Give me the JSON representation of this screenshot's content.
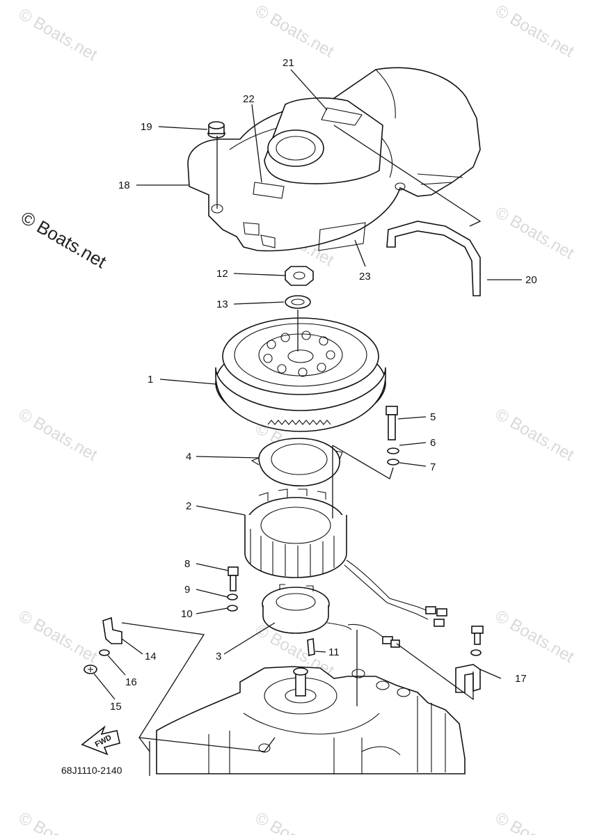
{
  "diagram": {
    "code": "68J1110-2140",
    "fwd_label": "FWD",
    "watermark": "© Boats.net",
    "callouts": [
      {
        "id": "1",
        "text": "1"
      },
      {
        "id": "2",
        "text": "2"
      },
      {
        "id": "3",
        "text": "3"
      },
      {
        "id": "4",
        "text": "4"
      },
      {
        "id": "5",
        "text": "5"
      },
      {
        "id": "6",
        "text": "6"
      },
      {
        "id": "7",
        "text": "7"
      },
      {
        "id": "8",
        "text": "8"
      },
      {
        "id": "9",
        "text": "9"
      },
      {
        "id": "10",
        "text": "10"
      },
      {
        "id": "11",
        "text": "11"
      },
      {
        "id": "12",
        "text": "12"
      },
      {
        "id": "13",
        "text": "13"
      },
      {
        "id": "14",
        "text": "14"
      },
      {
        "id": "15",
        "text": "15"
      },
      {
        "id": "16",
        "text": "16"
      },
      {
        "id": "17",
        "text": "17"
      },
      {
        "id": "18",
        "text": "18"
      },
      {
        "id": "19",
        "text": "19"
      },
      {
        "id": "20",
        "text": "20"
      },
      {
        "id": "21",
        "text": "21"
      },
      {
        "id": "22",
        "text": "22"
      },
      {
        "id": "23",
        "text": "23"
      }
    ]
  }
}
